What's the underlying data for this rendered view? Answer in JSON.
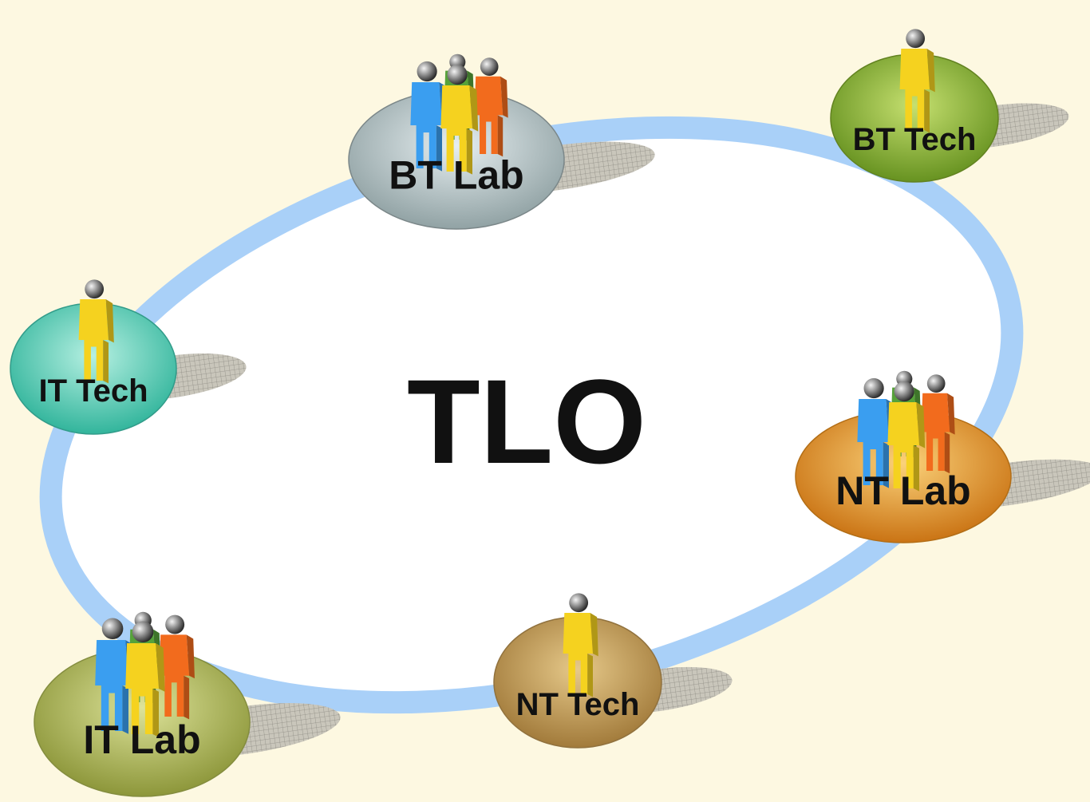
{
  "center": {
    "label": "TLO"
  },
  "nodes": [
    {
      "id": "bt-lab",
      "label": "BT Lab",
      "kind": "lab",
      "color": "#9aa9ab"
    },
    {
      "id": "bt-tech",
      "label": "BT Tech",
      "kind": "tech",
      "color": "#7ba228"
    },
    {
      "id": "it-tech",
      "label": "IT Tech",
      "kind": "tech",
      "color": "#3fc3ad"
    },
    {
      "id": "nt-lab",
      "label": "NT Lab",
      "kind": "lab",
      "color": "#e08a1c"
    },
    {
      "id": "it-lab",
      "label": "IT Lab",
      "kind": "lab",
      "color": "#a5b04f"
    },
    {
      "id": "nt-tech",
      "label": "NT Tech",
      "kind": "tech",
      "color": "#b58f4e"
    }
  ],
  "colors": {
    "background": "#fdf8e1",
    "ring": "#a9d0f8",
    "ring_fill": "#ffffff",
    "person_blue": "#3a9ef0",
    "person_yellow": "#f5d21f",
    "person_orange": "#f26b1d",
    "person_green": "#56a23a",
    "head": "#555555",
    "text": "#111111"
  }
}
